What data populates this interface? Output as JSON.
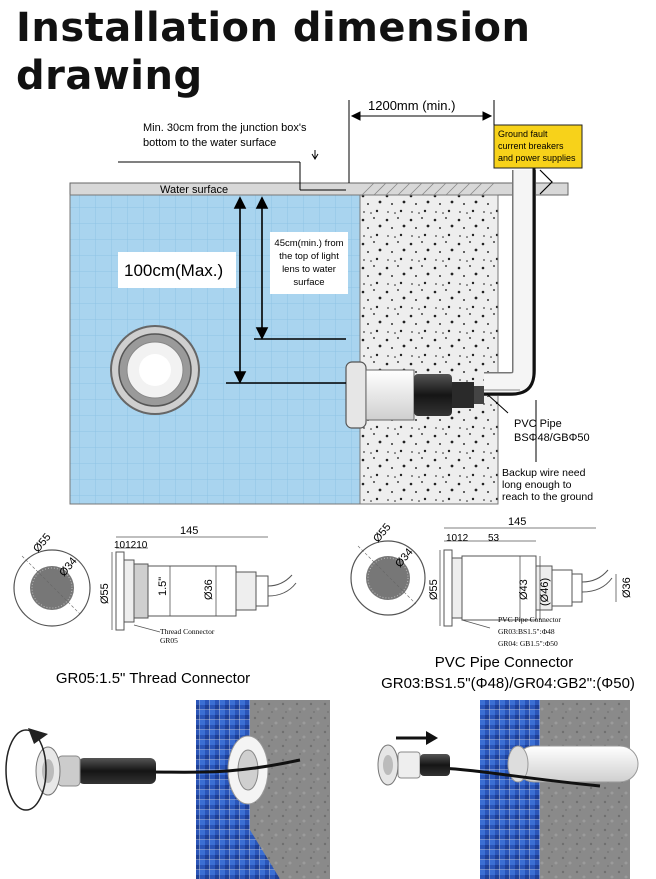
{
  "title": "Installation dimension drawing",
  "top_diagram": {
    "distance_label": "1200mm (min.)",
    "junction_note_line1": "Min. 30cm from the junction box's",
    "junction_note_line2": "bottom to the water surface",
    "water_surface": "Water surface",
    "max_depth": "100cm(Max.)",
    "lens_note": [
      "45cm(min.) from",
      "the top of light",
      "lens to water",
      "surface"
    ],
    "breaker_note": [
      "Ground fault",
      "current breakers",
      "and power supplies"
    ],
    "pvc_pipe": [
      "PVC Pipe",
      "BSΦ48/GBΦ50"
    ],
    "backup_wire": [
      "Backup wire need",
      "long enough to",
      "reach to the ground"
    ]
  },
  "left_spec": {
    "dia_outer": "Ø55",
    "dia_inner": "Ø34",
    "dims_top": "101210",
    "length": "145",
    "side_dia": "Ø55",
    "thread": "1.5\"",
    "body_dia": "Ø36",
    "connector_note": [
      "Thread Connector",
      "GR05"
    ],
    "caption": "GR05:1.5\" Thread Connector"
  },
  "right_spec": {
    "dia_outer": "Ø55",
    "dia_inner": "Ø34",
    "dims_a": "1012",
    "dims_b": "53",
    "length": "145",
    "side_dia": "Ø55",
    "pipe_dia_a": "Ø43",
    "pipe_dia_b": "(Ø46)",
    "body_dia": "Ø36",
    "connector_note": [
      "PVC Pipe Connector",
      "GR03:BS1.5\":Φ48",
      "GR04: GB1.5\":Φ50"
    ],
    "caption_line1": "PVC Pipe Connector",
    "caption_line2": "GR03:BS1.5\"(Φ48)/GR04:GB2\":(Φ50)"
  },
  "colors": {
    "pool_water": "#a9d4ef",
    "tile_line": "#8ec3e6",
    "wall_fill": "#eeeeee",
    "breaker_box": "#f7d21a",
    "mosaic_blue": "#2a55b8"
  }
}
